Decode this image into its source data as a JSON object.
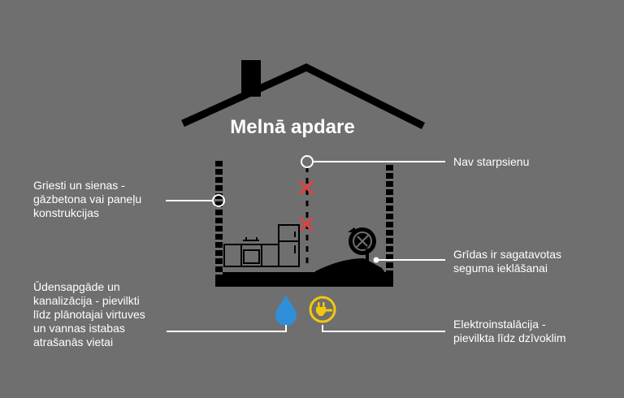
{
  "title": "Melnā apdare",
  "labels": {
    "walls": "Griesti un sienas -\ngāzbetona vai paneļu\nkonstrukcijas",
    "no_partitions": "Nav starpsienu",
    "floors": "Grīdas ir sagatavotas\nseguma ieklāšanai",
    "water": "Ūdensapgāde un\nkanalizācija - pievilkti\nlīdz plānotajai virtuves\nun vannas istabas\natrašanās vietai",
    "electric": "Elektroinstalācija -\npievilkta līdz dzīvoklim"
  },
  "icons": {
    "water": "water-drop-icon",
    "electric": "electric-plug-icon",
    "cross": "cross-mark-icon",
    "kitchen": "kitchen-icon",
    "mixer": "concrete-mixer-icon"
  },
  "colors": {
    "background": "#6f6f6f",
    "ink": "#000000",
    "line": "#ffffff",
    "cross": "#d64545",
    "water": "#2f8fd8",
    "electric": "#f2c80f"
  }
}
